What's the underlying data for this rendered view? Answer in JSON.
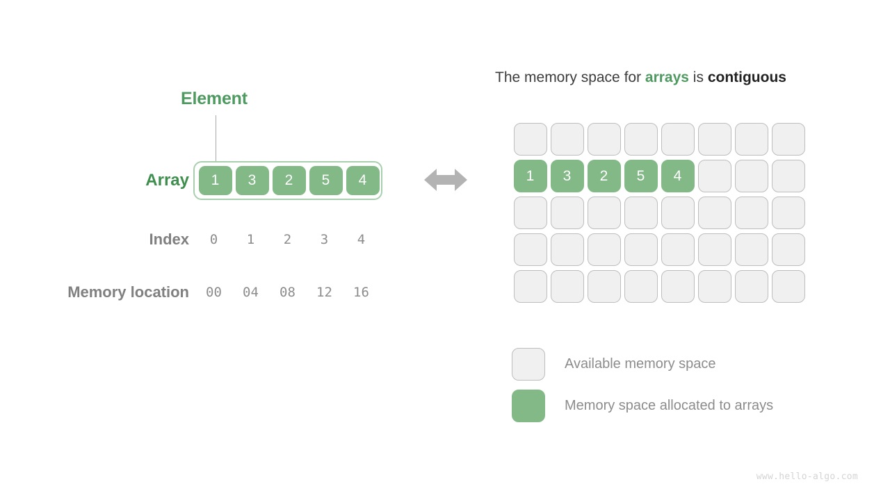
{
  "theme": {
    "green_fill": "#82b987",
    "green_text": "#4e9a60",
    "green_border": "#a7cfad",
    "gray_text": "#8c8c8c",
    "cell_free_bg": "#f0f0f0",
    "cell_free_border": "#bdbdbd",
    "background": "#ffffff"
  },
  "left_panel": {
    "element_label": "Element",
    "row_labels": {
      "array": "Array",
      "index": "Index",
      "memory_location": "Memory location"
    },
    "array_values": [
      "1",
      "3",
      "2",
      "5",
      "4"
    ],
    "index_values": [
      "0",
      "1",
      "2",
      "3",
      "4"
    ],
    "memory_values": [
      "00",
      "04",
      "08",
      "12",
      "16"
    ]
  },
  "connector_arrow": {
    "icon": "double-arrow-icon",
    "color": "#b3b3b3"
  },
  "right_panel": {
    "title": {
      "prefix": "The memory space for ",
      "highlight_green": "arrays",
      "middle": " is ",
      "highlight_dark": "contiguous"
    },
    "grid": {
      "columns": 8,
      "rows": 5,
      "allocated_row_index": 1,
      "allocated_values": [
        "1",
        "3",
        "2",
        "5",
        "4"
      ],
      "cells": [
        [
          "",
          "",
          "",
          "",
          "",
          "",
          "",
          ""
        ],
        [
          "1",
          "3",
          "2",
          "5",
          "4",
          "",
          "",
          ""
        ],
        [
          "",
          "",
          "",
          "",
          "",
          "",
          "",
          ""
        ],
        [
          "",
          "",
          "",
          "",
          "",
          "",
          "",
          ""
        ],
        [
          "",
          "",
          "",
          "",
          "",
          "",
          "",
          ""
        ]
      ]
    },
    "legend": [
      {
        "type": "free",
        "label": "Available memory space"
      },
      {
        "type": "used",
        "label": "Memory space allocated to arrays"
      }
    ]
  },
  "footer": {
    "watermark": "www.hello-algo.com"
  }
}
